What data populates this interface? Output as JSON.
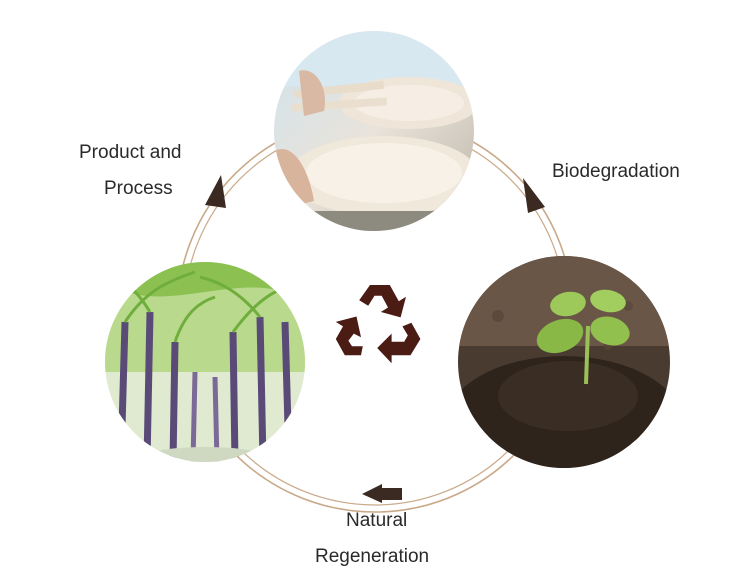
{
  "stages": [
    {
      "id": "product",
      "label_line1": "Product and",
      "label_line2": "Process",
      "image": "disposable-plates-photo"
    },
    {
      "id": "biodegradation",
      "label": "Biodegradation",
      "image": "soil-seedling-photo"
    },
    {
      "id": "regeneration",
      "label_line1": "Natural",
      "label_line2": "Regeneration",
      "image": "sugarcane-field-photo"
    }
  ],
  "center_icon": "recycle-icon",
  "colors": {
    "ring": "#b08b6a",
    "arrow": "#3b2a22",
    "recycle": "#4a1c14",
    "text": "#2a2a2a"
  }
}
